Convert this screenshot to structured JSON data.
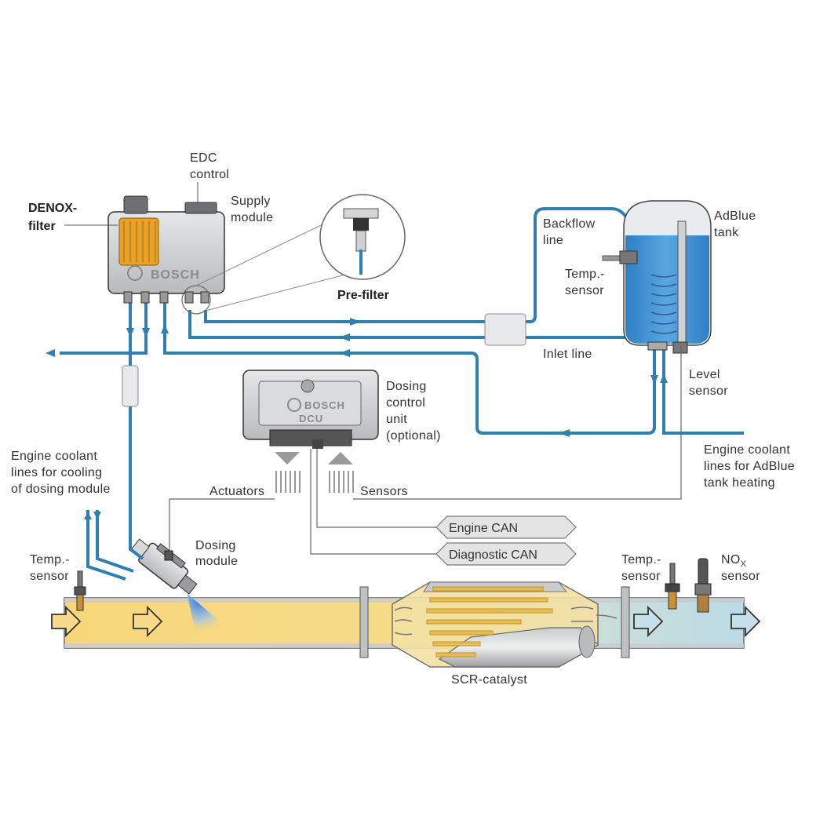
{
  "labels": {
    "edc_1": "EDC",
    "edc_2": "control",
    "supply_1": "Supply",
    "supply_2": "module",
    "denox_1": "DENOX-",
    "denox_2": "filter",
    "prefilter": "Pre-filter",
    "backflow_1": "Backflow",
    "backflow_2": "line",
    "adblue_1": "AdBlue",
    "adblue_2": "tank",
    "temp_tank_1": "Temp.-",
    "temp_tank_2": "sensor",
    "inlet_line": "Inlet line",
    "level_1": "Level",
    "level_2": "sensor",
    "dcu_1": "Dosing",
    "dcu_2": "control",
    "dcu_3": "unit",
    "dcu_4": "(optional)",
    "coolant_tank_1": "Engine coolant",
    "coolant_tank_2": "lines for AdBlue",
    "coolant_tank_3": "tank heating",
    "coolant_dose_1": "Engine coolant",
    "coolant_dose_2": "lines for cooling",
    "coolant_dose_3": "of dosing module",
    "actuators": "Actuators",
    "sensors": "Sensors",
    "engine_can": "Engine CAN",
    "diag_can": "Diagnostic CAN",
    "dosing_1": "Dosing",
    "dosing_2": "module",
    "temp_left_1": "Temp.-",
    "temp_left_2": "sensor",
    "temp_right_1": "Temp.-",
    "temp_right_2": "sensor",
    "nox_1": "NO",
    "nox_sub": "X",
    "nox_2": "sensor",
    "scr": "SCR-catalyst",
    "bosch_supply": "BOSCH",
    "bosch_dcu": "BOSCH",
    "dcu_tag": "DCU"
  },
  "colors": {
    "exhaust_yellow": "#f8d77a",
    "exhaust_blue": "#bfdbe6",
    "line_blue": "#2f7fb0",
    "adblue_fill": "#3c8fd0",
    "metal": "#c8cacc"
  }
}
